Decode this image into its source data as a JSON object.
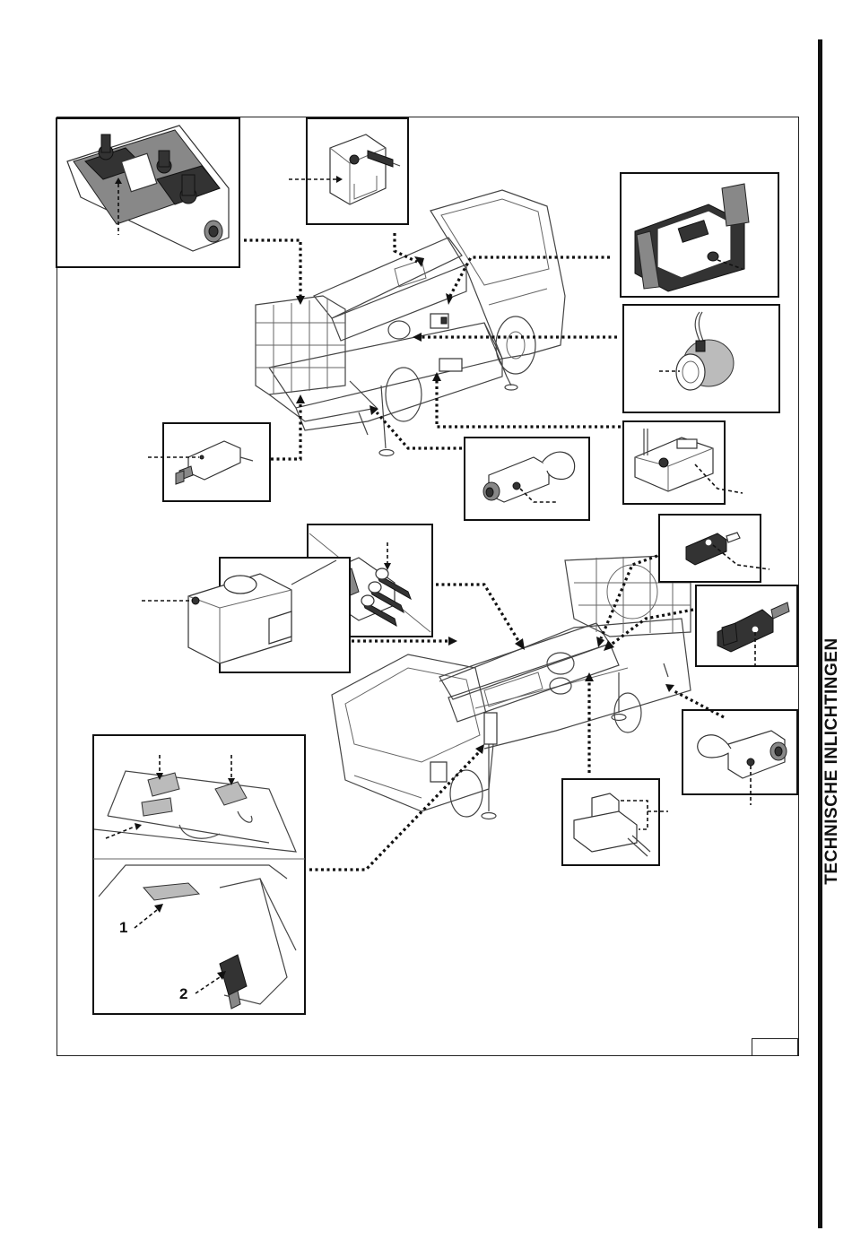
{
  "page": {
    "side_title": "TECHNISCHE INLICHTINGEN",
    "figure_number": ""
  },
  "callouts": [
    {
      "label": "1"
    },
    {
      "label": "2"
    }
  ],
  "icons": {
    "control_panel": "joystick-control-panel-icon",
    "ecu": "electronic-control-unit-icon",
    "sensor": "position-sensor-icon",
    "magnet_switch": "magnetic-switch-icon"
  }
}
